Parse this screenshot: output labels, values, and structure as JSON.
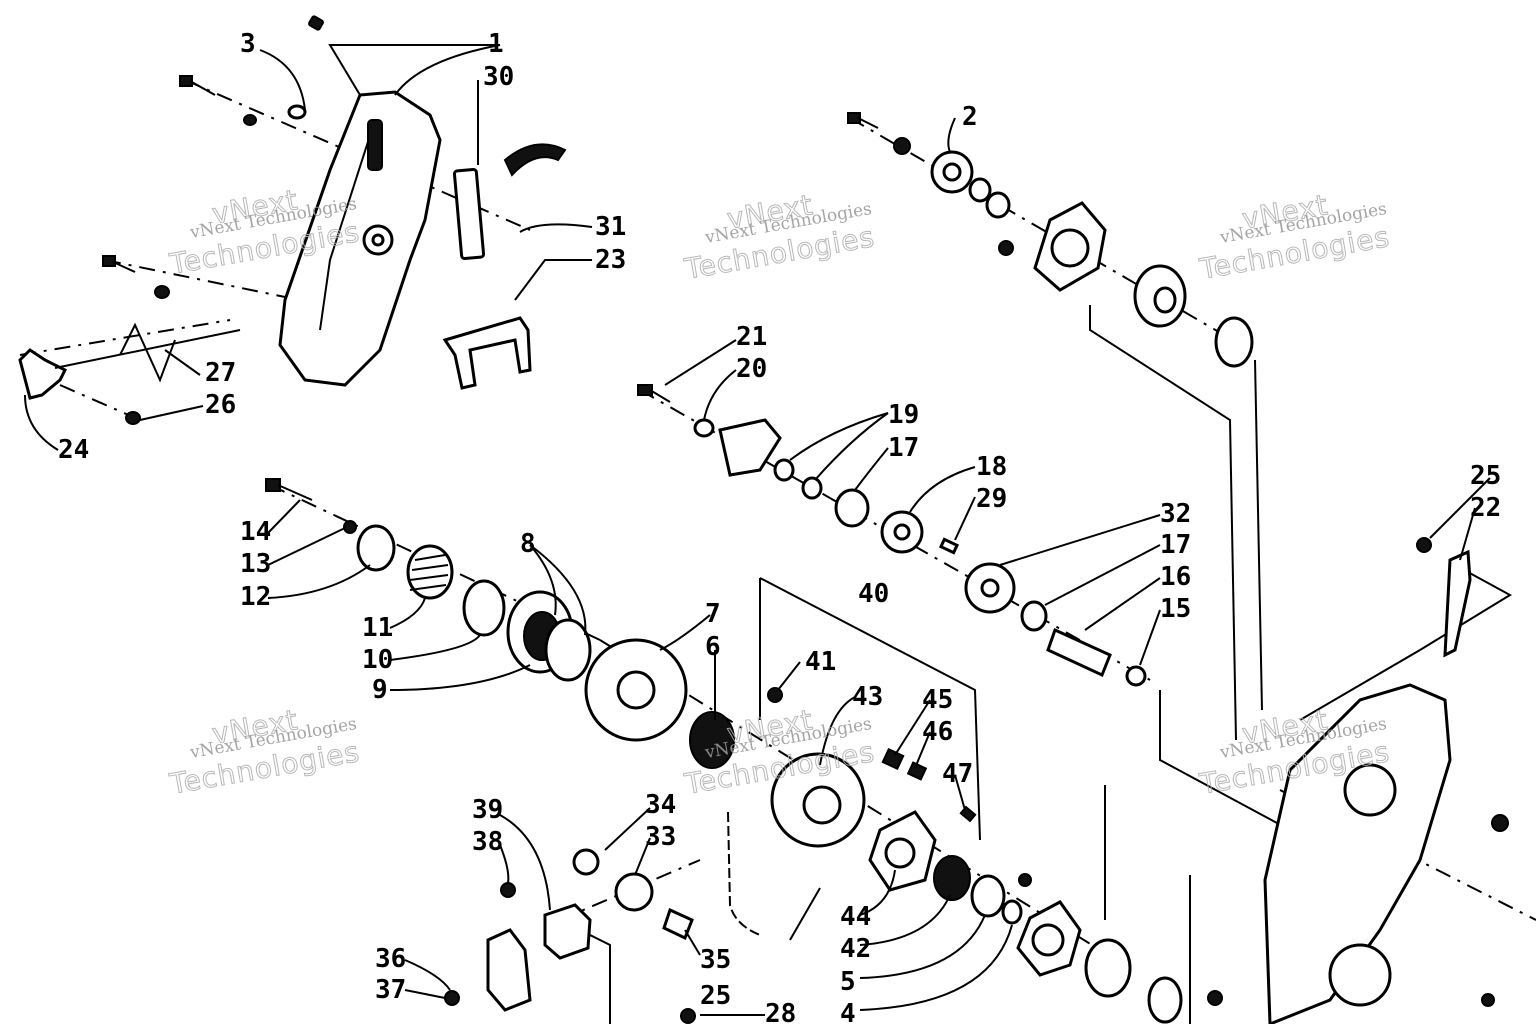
{
  "watermark": {
    "small_text": "vNext Technologies",
    "big_line_1": "vNext",
    "big_line_2": "Technologies"
  },
  "callouts": [
    "1",
    "2",
    "3",
    "4",
    "5",
    "6",
    "7",
    "8",
    "9",
    "10",
    "11",
    "12",
    "13",
    "14",
    "15",
    "16",
    "17",
    "17",
    "18",
    "19",
    "20",
    "21",
    "22",
    "23",
    "24",
    "25",
    "25",
    "26",
    "27",
    "28",
    "29",
    "30",
    "31",
    "32",
    "33",
    "34",
    "35",
    "36",
    "37",
    "38",
    "39",
    "40",
    "41",
    "42",
    "43",
    "44",
    "45",
    "46",
    "47"
  ]
}
